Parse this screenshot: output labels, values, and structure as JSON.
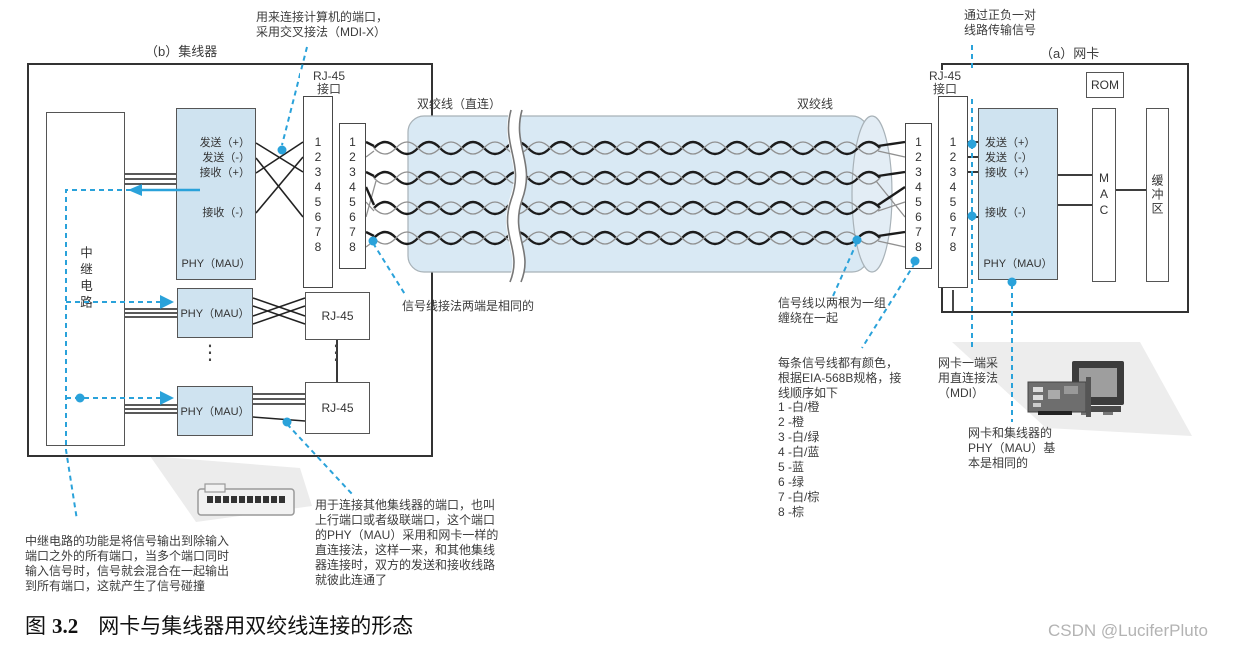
{
  "colors": {
    "accent": "#2aa2da",
    "phy_fill": "#cfe3f0",
    "cable_fill": "#d9e9f4",
    "line": "#333333"
  },
  "hub": {
    "label": "（b）集线器",
    "relay": "中继电路",
    "rj45_port": "RJ-45\n接口",
    "phy_top": "PHY（MAU）",
    "phy_mid": "PHY（MAU）",
    "phy_bottom": "PHY（MAU）",
    "rj45_mid": "RJ-45",
    "rj45_bottom": "RJ-45",
    "ellipsis": "⋮"
  },
  "nic": {
    "label": "（a）网卡",
    "rj45_port": "RJ-45\n接口",
    "phy": "PHY（MAU）",
    "rom": "ROM",
    "mac": "MAC",
    "buffer": "缓冲区"
  },
  "signals": {
    "send_plus": "发送（+）",
    "send_minus": "发送（-）",
    "recv_plus": "接收（+）",
    "recv_minus": "接收（-）"
  },
  "cable": {
    "left": "双绞线（直连）",
    "right": "双绞线"
  },
  "pins": [
    "1",
    "2",
    "3",
    "4",
    "5",
    "6",
    "7",
    "8"
  ],
  "annotations": {
    "top_left": "用来连接计算机的端口，\n采用交叉接法（MDI-X）",
    "top_right": "通过正负一对\n线路传输信号",
    "same_both_ends": "信号线接法两端是相同的",
    "pair_twist": "信号线以两根为一组\n缠绕在一起",
    "color_note": "每条信号线都有颜色，\n根据EIA-568B规格，接\n线顺序如下",
    "color_list": [
      "1 -白/橙",
      "2 -橙",
      "3 -白/绿",
      "4 -白/蓝",
      "5 -蓝",
      "6 -绿",
      "7 -白/棕",
      "8 -棕"
    ],
    "mdi_note": "网卡一端采\n用直连接法\n（MDI）",
    "phy_same": "网卡和集线器的\nPHY（MAU）基\n本是相同的",
    "uplink": "用于连接其他集线器的端口，也叫\n上行端口或者级联端口，这个端口\n的PHY（MAU）采用和网卡一样的\n直连接法，这样一来，和其他集线\n器连接时，双方的发送和接收线路\n就彼此连通了",
    "relay_note": "中继电路的功能是将信号输出到除输入\n端口之外的所有端口，当多个端口同时\n输入信号时，信号就会混合在一起输出\n到所有端口，这就产生了信号碰撞"
  },
  "caption": {
    "figure": "图",
    "number": "3.2",
    "title": "网卡与集线器用双绞线连接的形态"
  },
  "watermark": "CSDN @LuciferPluto"
}
